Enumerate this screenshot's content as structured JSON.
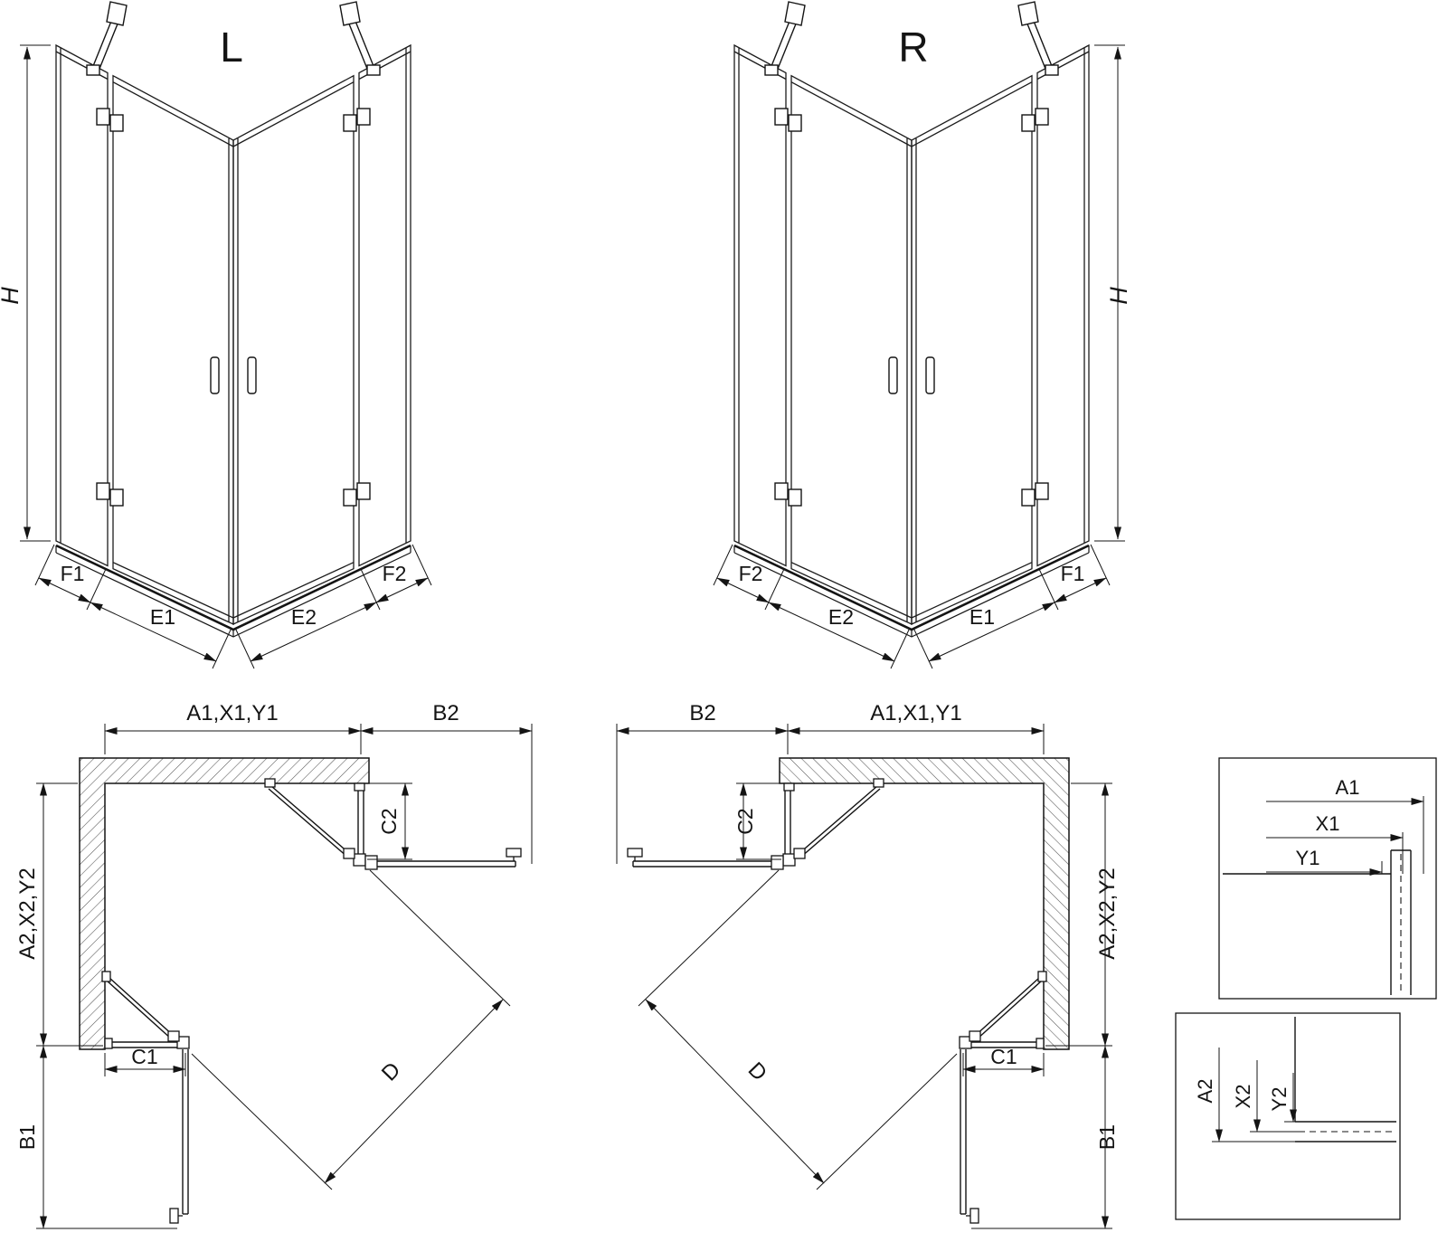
{
  "perspective_l": {
    "view_label": "L",
    "dim_h": "H",
    "dim_f1": "F1",
    "dim_e1": "E1",
    "dim_e2": "E2",
    "dim_f2": "F2"
  },
  "perspective_r": {
    "view_label": "R",
    "dim_h": "H",
    "dim_f1": "F1",
    "dim_e1": "E1",
    "dim_e2": "E2",
    "dim_f2": "F2"
  },
  "plan_l": {
    "dim_width": "A1,X1,Y1",
    "dim_b2": "B2",
    "dim_c2": "C2",
    "dim_depth": "A2,X2,Y2",
    "dim_c1": "C1",
    "dim_b1": "B1",
    "dim_d": "D"
  },
  "plan_r": {
    "dim_width": "A1,X1,Y1",
    "dim_b2": "B2",
    "dim_c2": "C2",
    "dim_depth": "A2,X2,Y2",
    "dim_c1": "C1",
    "dim_b1": "B1",
    "dim_d": "D"
  },
  "detail_width": {
    "dim_a1": "A1",
    "dim_x1": "X1",
    "dim_y1": "Y1"
  },
  "detail_depth": {
    "dim_a2": "A2",
    "dim_x2": "X2",
    "dim_y2": "Y2"
  }
}
